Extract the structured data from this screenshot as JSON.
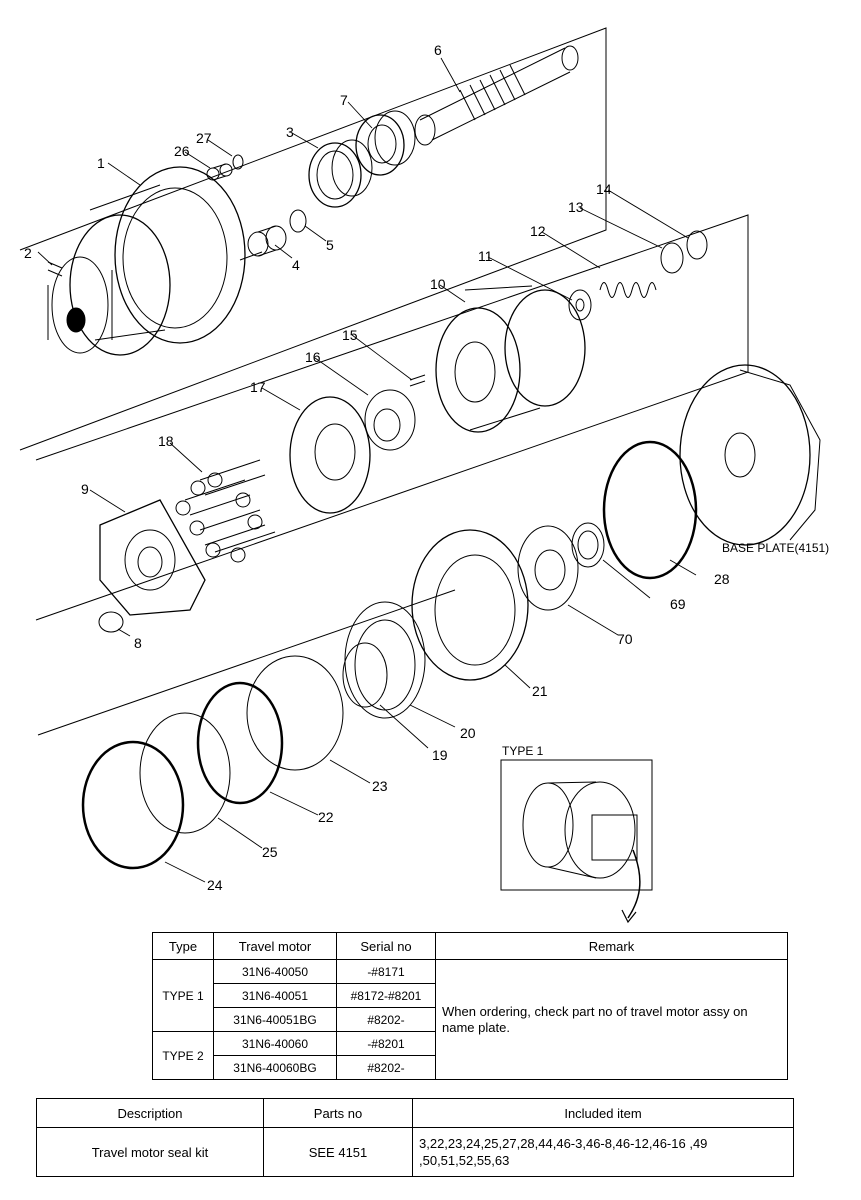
{
  "diagram": {
    "callouts": [
      "1",
      "2",
      "3",
      "4",
      "5",
      "6",
      "7",
      "8",
      "9",
      "10",
      "11",
      "12",
      "13",
      "14",
      "15",
      "16",
      "17",
      "18",
      "19",
      "20",
      "21",
      "22",
      "23",
      "24",
      "25",
      "26",
      "27",
      "28",
      "69",
      "70"
    ],
    "base_plate_label": "BASE PLATE(4151)",
    "inset_label": "TYPE 1"
  },
  "model_table": {
    "headers": [
      "Type",
      "Travel motor",
      "Serial no",
      "Remark"
    ],
    "groups": [
      {
        "type": "TYPE 1",
        "rows": [
          {
            "motor": "31N6-40050",
            "serial": "-#8171"
          },
          {
            "motor": "31N6-40051",
            "serial": "#8172-#8201"
          },
          {
            "motor": "31N6-40051BG",
            "serial": "#8202-"
          }
        ]
      },
      {
        "type": "TYPE 2",
        "rows": [
          {
            "motor": "31N6-40060",
            "serial": "-#8201"
          },
          {
            "motor": "31N6-40060BG",
            "serial": "#8202-"
          }
        ]
      }
    ],
    "remark": "When ordering, check part no of travel motor assy on name plate."
  },
  "kit_table": {
    "headers": [
      "Description",
      "Parts no",
      "Included item"
    ],
    "row": {
      "description": "Travel motor seal kit",
      "parts_no": "SEE 4151",
      "included": "3,22,23,24,25,27,28,44,46-3,46-8,46-12,46-16 ,49 ,50,51,52,55,63"
    }
  }
}
